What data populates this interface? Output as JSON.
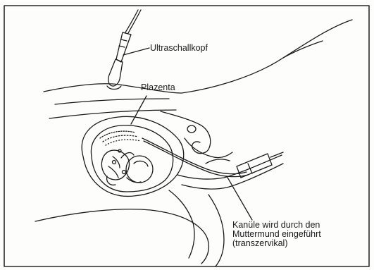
{
  "labels": {
    "probe": "Ultraschallkopf",
    "placenta": "Plazenta",
    "cannula_lines": [
      "Kanüle wird durch den",
      "Muttermund eingeführt",
      "(transzervikal)"
    ]
  },
  "colors": {
    "ink": "#1a1a1a",
    "paper": "#fdfdfb",
    "frame": "#2a2a2a"
  }
}
